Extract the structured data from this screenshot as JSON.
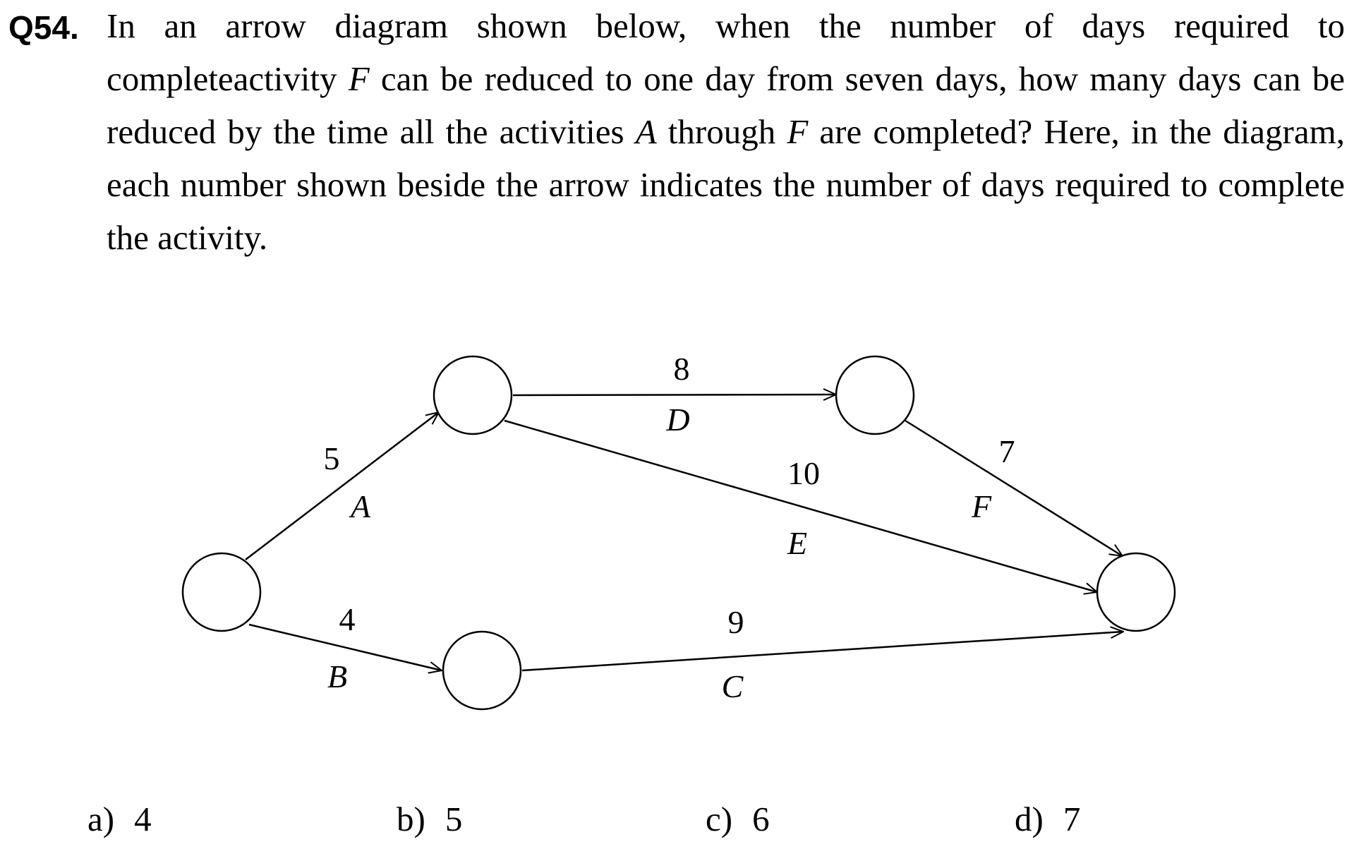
{
  "question": {
    "number": "Q54.",
    "line1": "In an arrow diagram shown below, when the number of days required to",
    "line2_pre": "completeactivity ",
    "line2_var": "F",
    "line2_post": " can be reduced to one day from seven days, how many days can be",
    "line3_pre": "reduced by the time all the activities ",
    "line3_var_a": "A",
    "line3_mid": " through ",
    "line3_var_f": "F",
    "line3_post": " are completed?   Here, in the diagram,",
    "line4": "each number shown beside the arrow indicates the number of days required to complete",
    "line5": "the activity."
  },
  "diagram": {
    "activities": [
      {
        "id": "A",
        "from": "n1",
        "to": "n2",
        "days": "5"
      },
      {
        "id": "B",
        "from": "n1",
        "to": "n3",
        "days": "4"
      },
      {
        "id": "C",
        "from": "n3",
        "to": "n5",
        "days": "9"
      },
      {
        "id": "D",
        "from": "n2",
        "to": "n4",
        "days": "8"
      },
      {
        "id": "E",
        "from": "n2",
        "to": "n5",
        "days": "10"
      },
      {
        "id": "F",
        "from": "n4",
        "to": "n5",
        "days": "7"
      }
    ]
  },
  "options": [
    {
      "label": "a)",
      "value": "4"
    },
    {
      "label": "b)",
      "value": "5"
    },
    {
      "label": "c)",
      "value": "6"
    },
    {
      "label": "d)",
      "value": "7"
    }
  ]
}
